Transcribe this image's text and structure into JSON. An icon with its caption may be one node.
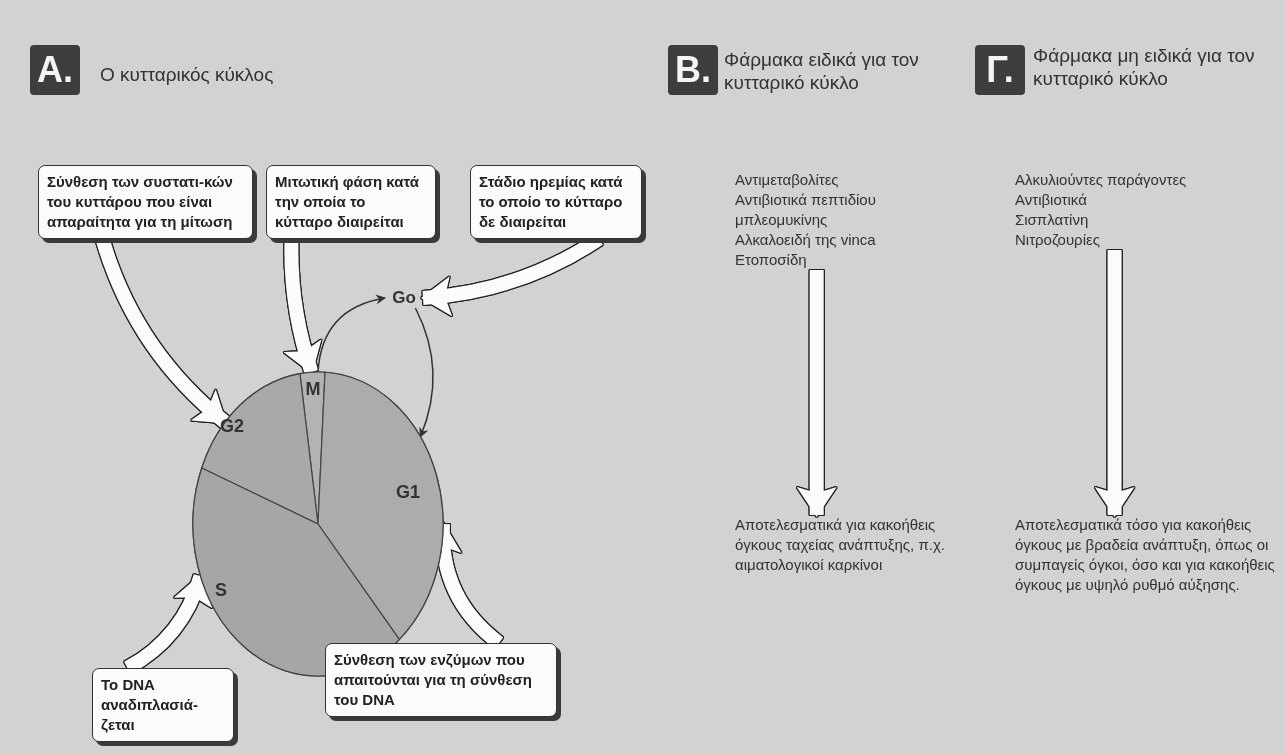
{
  "diagram": {
    "nodes": [
      {
        "text": [
          "Σύνθεση των συστατι-κών του κυττάρου που είναι απαραίτητα για τη μίτωση"
        ]
      },
      {
        "text": [
          "Μιτωτική φάση κατά την οποία το κύτταρο διαιρείται"
        ]
      },
      {
        "text": [
          "Στάδιο ηρεμίας κατά το οποίο το κύτταρο δε διαιρείται"
        ]
      },
      {
        "text": [
          "Go"
        ]
      },
      {
        "text": [],
        "shape": "circle"
      },
      {
        "text": [
          "M"
        ],
        "in": 4
      },
      {
        "text": [
          "G2"
        ],
        "in": 4
      },
      {
        "text": [
          "G1"
        ],
        "in": 4
      },
      {
        "text": [
          "S"
        ],
        "in": 4
      },
      {
        "text": [
          "Το DNA αναδιπλασιά-ζεται"
        ]
      },
      {
        "text": [
          "Σύνθεση των ενζύμων που απαιτούνται για τη σύνθεση του DNA"
        ]
      },
      {
        "text": [
          "Αντιμεταβολίτες",
          "Αντιβιοτικά πεπτιδίου μπλεομυκίνης",
          "Αλκαλοειδή της vinca",
          "Ετοποσίδη"
        ]
      },
      {
        "text": [
          "Αποτελεσματικά για κακοήθεις όγκους ταχείας ανάπτυξης, π.χ. αιματολογικοί καρκίνοι"
        ]
      },
      {
        "text": [
          "Αλκυλιούντες παράγοντες",
          "Αντιβιοτικά",
          "Σισπλατίνη",
          "Νιτροζουρίες"
        ]
      },
      {
        "text": [
          "Αποτελεσματικά τόσο για κακοήθεις όγκους με βραδεία ανάπτυξη, όπως οι συμπαγείς όγκοι, όσο και για κακοήθεις όγκους με υψηλό ρυθμό αύξησης."
        ]
      }
    ],
    "edges": [
      {
        "from": 0,
        "to": 6,
        "arrow": "to"
      },
      {
        "from": 1,
        "to": 5,
        "arrow": "to"
      },
      {
        "from": 2,
        "to": 3,
        "arrow": "to"
      },
      {
        "from": 5,
        "to": 3,
        "arrow": "to",
        "color": "#333333"
      },
      {
        "from": 3,
        "to": 7,
        "arrow": "to",
        "color": "#333333"
      },
      {
        "from": 10,
        "to": 7,
        "arrow": "to"
      },
      {
        "from": 9,
        "to": 8,
        "arrow": "to"
      },
      {
        "from": 11,
        "to": 12,
        "arrow": "to"
      },
      {
        "from": 13,
        "to": 14,
        "arrow": "to"
      }
    ],
    "labels": [
      "Α.",
      "Ο κυτταρικός κύκλος",
      "Β.",
      "Φάρμακα ειδικά για τον κυτταρικό κύκλο",
      "Γ.",
      "Φάρμακα μη ειδικά για τον κυτταρικό κύκλο"
    ]
  }
}
